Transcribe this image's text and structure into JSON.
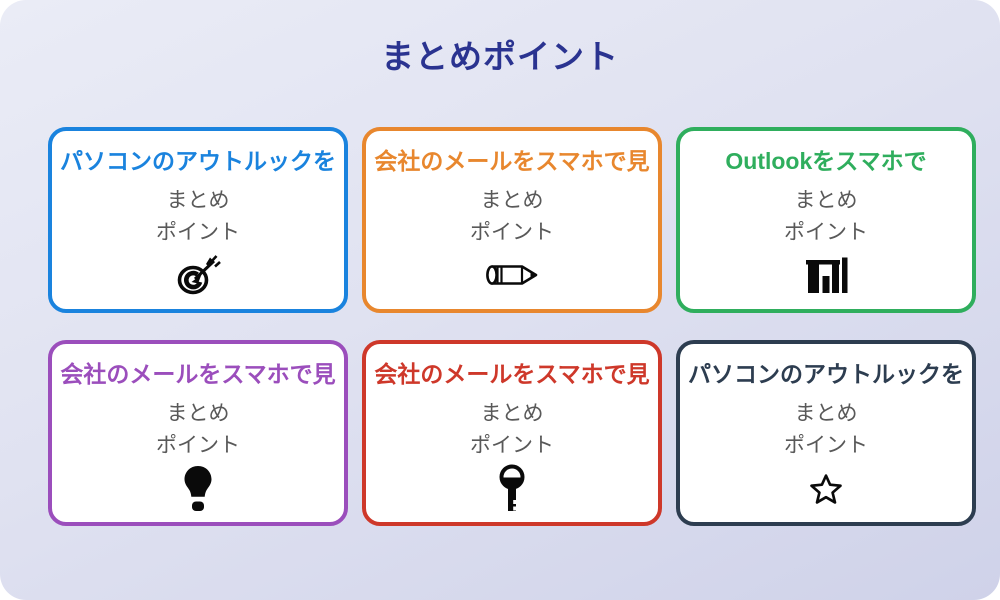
{
  "page": {
    "title": "まとめポイント"
  },
  "cards": [
    {
      "heading": "パソコンのアウトルックを",
      "body_line1": "まとめ",
      "body_line2": "ポイント",
      "icon": "dart-target",
      "color": "#1a83de"
    },
    {
      "heading": "会社のメールをスマホで見",
      "body_line1": "まとめ",
      "body_line2": "ポイント",
      "icon": "pencil",
      "color": "#e8872e"
    },
    {
      "heading": "Outlookをスマホで",
      "body_line1": "まとめ",
      "body_line2": "ポイント",
      "icon": "bar-chart",
      "color": "#2fae5d"
    },
    {
      "heading": "会社のメールをスマホで見",
      "body_line1": "まとめ",
      "body_line2": "ポイント",
      "icon": "lightbulb",
      "color": "#9b4ebc"
    },
    {
      "heading": "会社のメールをスマホで見",
      "body_line1": "まとめ",
      "body_line2": "ポイント",
      "icon": "key",
      "color": "#ce382a"
    },
    {
      "heading": "パソコンのアウトルックを",
      "body_line1": "まとめ",
      "body_line2": "ポイント",
      "icon": "star",
      "color": "#2d3d50"
    }
  ],
  "colors": {
    "title": "#2a3390",
    "background_top": "#eaecf6",
    "background_bottom": "#cfd2e9",
    "card_background": "#ffffff",
    "body_text": "#595959",
    "icon": "#0a0a0a"
  }
}
